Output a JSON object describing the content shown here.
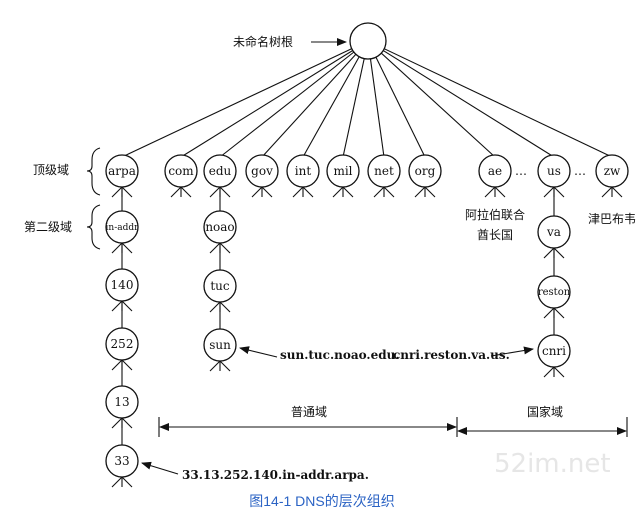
{
  "diagram": {
    "root_label": "未命名树根",
    "top_level_domain_label": "顶级域",
    "second_level_domain_label": "第二级域",
    "generic_domains_label": "普通域",
    "country_domains_label": "国家域",
    "ellipsis": "…",
    "nodes": {
      "root": "",
      "arpa": "arpa",
      "com": "com",
      "edu": "edu",
      "gov": "gov",
      "int": "int",
      "mil": "mil",
      "net": "net",
      "org": "org",
      "ae": "ae",
      "us": "us",
      "zw": "zw",
      "in_addr": "in-addr",
      "noao": "noao",
      "tuc": "tuc",
      "sun": "sun",
      "n140": "140",
      "n252": "252",
      "n13": "13",
      "n33": "33",
      "va": "va",
      "reston": "reston",
      "cnri": "cnri"
    },
    "ae_country_name_line1": "阿拉伯联合",
    "ae_country_name_line2": "酋长国",
    "zw_country_name": "津巴布韦",
    "sun_fqdn": "sun.tuc.noao.edu.",
    "cnri_fqdn": "cnri.reston.va.us.",
    "ptr_fqdn": "33.13.252.140.in-addr.arpa."
  },
  "caption": "图14-1 DNS的层次组织",
  "watermark": "52im.net",
  "colors": {
    "caption": "#2b63c4",
    "line": "#111111"
  }
}
